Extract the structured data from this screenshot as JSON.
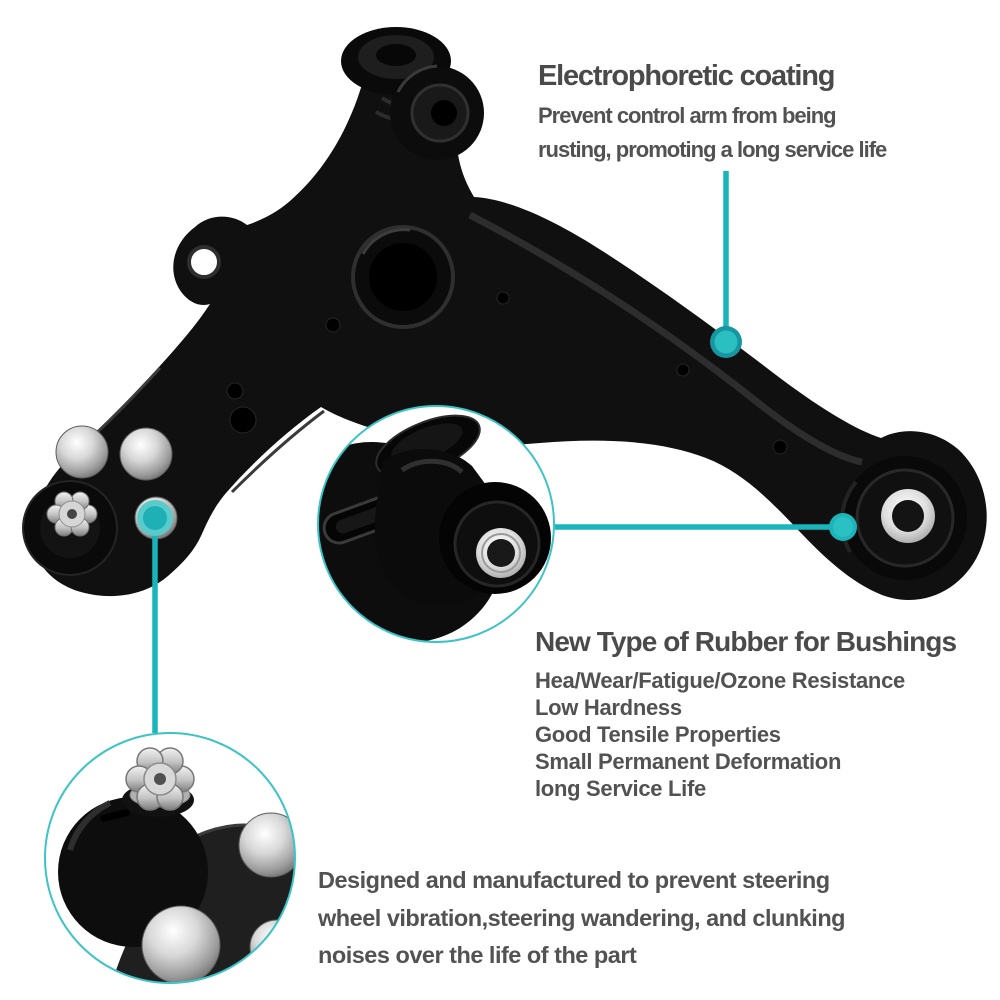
{
  "colors": {
    "accent": "#18b5bb",
    "accent_dot_dark": "#1895a0",
    "accent_dot_light": "#2bbfc2",
    "inset_border": "#3cc3c6",
    "text": "#4c4c4c",
    "part": "#101010",
    "background": "#ffffff"
  },
  "callouts": {
    "coating": {
      "title": "Electrophoretic coating",
      "lines": [
        "Prevent control arm from being",
        "rusting, promoting a long service life"
      ]
    },
    "bushings": {
      "title": "New Type of Rubber for Bushings",
      "items": [
        "Hea/Wear/Fatigue/Ozone Resistance",
        "Low Hardness",
        "Good Tensile Properties",
        "Small Permanent Deformation",
        "long Service Life"
      ]
    },
    "footer": {
      "lines": [
        "Designed and manufactured to prevent steering",
        "wheel vibration,steering wandering, and clunking",
        "noises over the life of the part"
      ]
    }
  }
}
